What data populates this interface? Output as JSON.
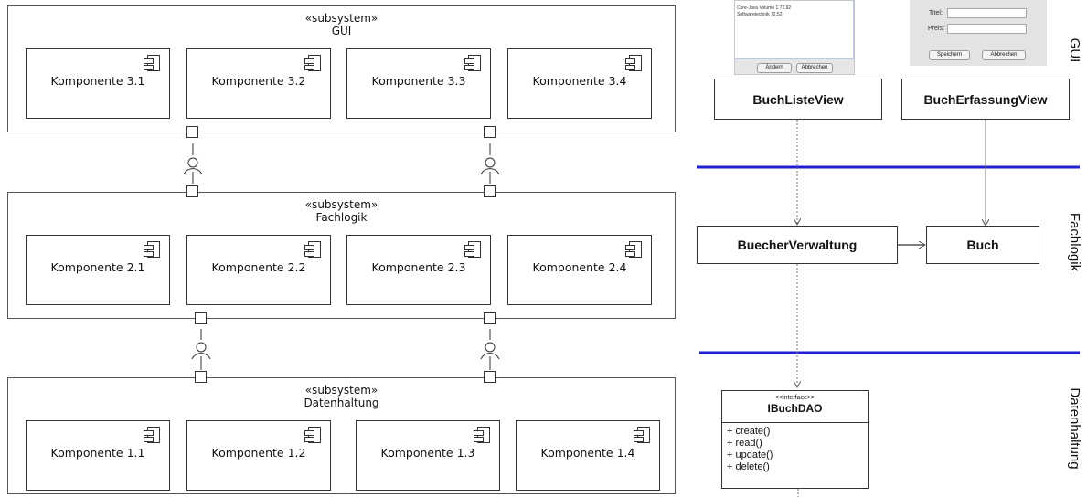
{
  "left_diagram": {
    "subsystems": [
      {
        "stereotype": "«subsystem»",
        "name": "GUI",
        "components": [
          "Komponente 3.1",
          "Komponente 3.2",
          "Komponente 3.3",
          "Komponente 3.4"
        ]
      },
      {
        "stereotype": "«subsystem»",
        "name": "Fachlogik",
        "components": [
          "Komponente 2.1",
          "Komponente 2.2",
          "Komponente 2.3",
          "Komponente 2.4"
        ]
      },
      {
        "stereotype": "«subsystem»",
        "name": "Datenhaltung",
        "components": [
          "Komponente 1.1",
          "Komponente 1.2",
          "Komponente 1.3",
          "Komponente 1.4"
        ]
      }
    ]
  },
  "right_diagram": {
    "layers": [
      "GUI",
      "Fachlogik",
      "Datenhaltung"
    ],
    "list_window": {
      "rows": [
        "Core-Java Volume 1  72.92",
        "Softwaretechnik  72.52"
      ],
      "buttons": [
        "Ändern",
        "Abbrechen"
      ]
    },
    "form_window": {
      "fields": [
        "Titel:",
        "Preis:"
      ],
      "buttons": [
        "Speichern",
        "Abbrechen"
      ]
    },
    "classes": {
      "list_view": "BuchListeView",
      "form_view": "BuchErfassungView",
      "manager": "BuecherVerwaltung",
      "entity": "Buch"
    },
    "interface": {
      "stereotype": "<<interface>>",
      "name": "IBuchDAO",
      "methods": [
        "+ create()",
        "+ read()",
        "+ update()",
        "+ delete()"
      ]
    },
    "separator_color": "#1f1fd6"
  }
}
